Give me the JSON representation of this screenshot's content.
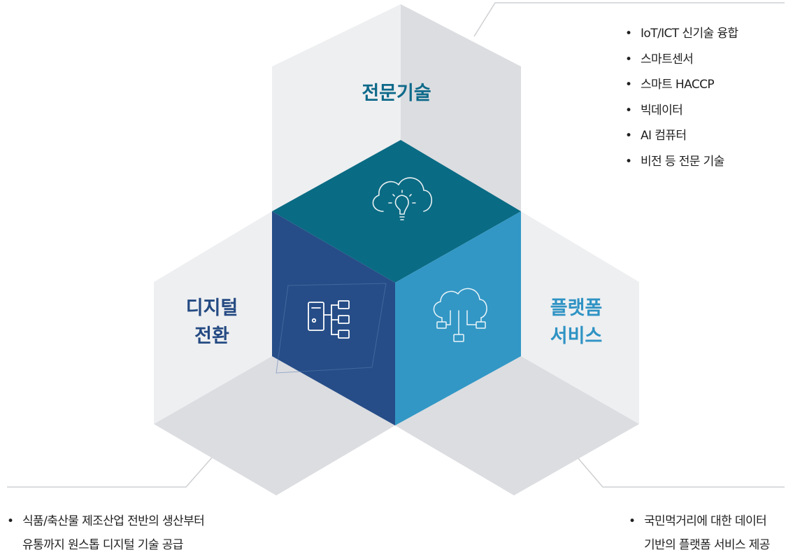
{
  "colors": {
    "expertise_top_face": "#0a6b84",
    "digital_face": "#264d87",
    "platform_face": "#3297c5",
    "expertise_title": "#0e6a8a",
    "digital_title": "#244a82",
    "platform_title": "#2e93c4",
    "light_face": "#eeeff1",
    "mid_face": "#dcdde1",
    "leader_line": "#cfd0d3"
  },
  "icons": {
    "expertise": "cloud-lightbulb-icon",
    "digital": "device-network-icon",
    "platform": "cloud-network-icon"
  },
  "sections": {
    "expertise": {
      "title": "전문기술",
      "items": [
        "IoT/ICT 신기술 융합",
        "스마트센서",
        "스마트 HACCP",
        "빅데이터",
        " AI 컴퓨터",
        "비전 등 전문 기술"
      ]
    },
    "digital": {
      "title_line1": "디지털",
      "title_line2": "전환",
      "item_line1": "식품/축산물 제조산업 전반의 생산부터",
      "item_line2": "유통까지 원스톱 디지털 기술 공급"
    },
    "platform": {
      "title_line1": "플랫폼",
      "title_line2": "서비스",
      "item_line1": "국민먹거리에 대한 데이터",
      "item_line2": "기반의 플랫폼 서비스 제공"
    }
  }
}
